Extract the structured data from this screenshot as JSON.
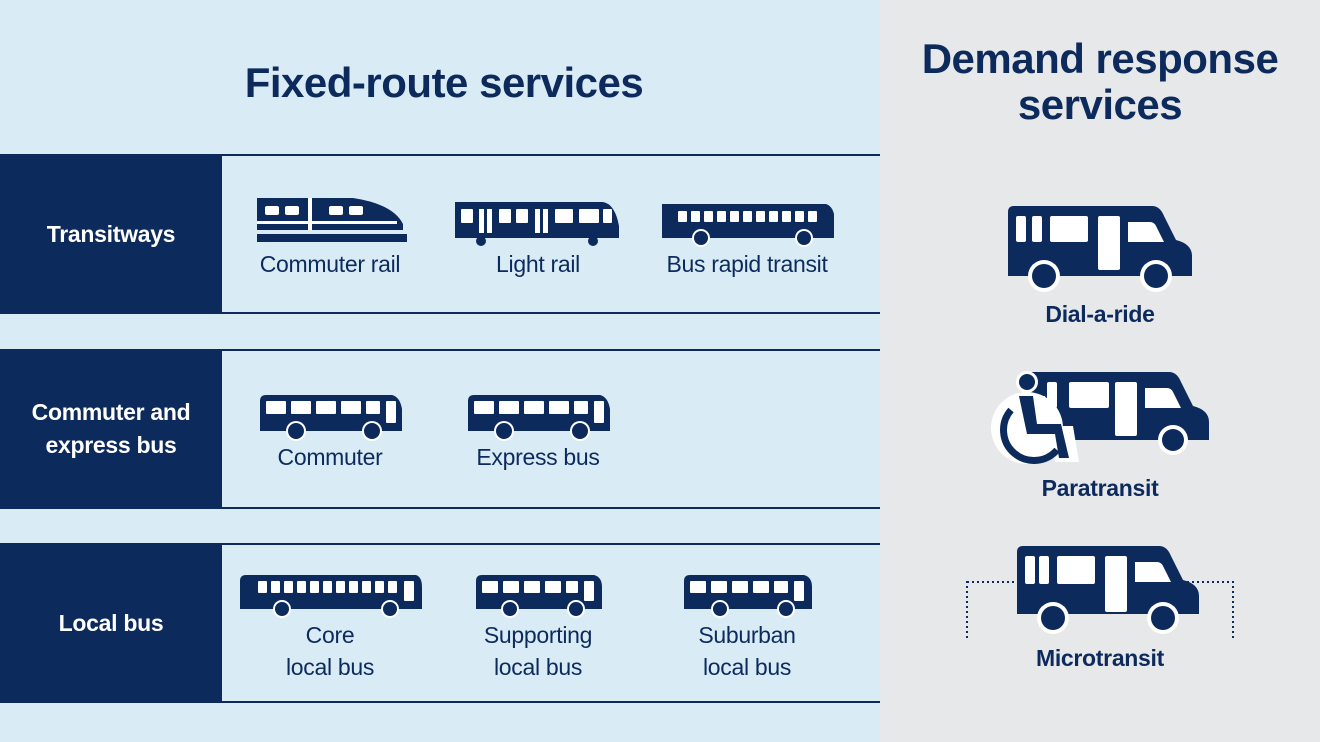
{
  "fixed_route": {
    "title": "Fixed-route services",
    "rows": [
      {
        "label": "Transitways",
        "modes": [
          {
            "label": "Commuter rail",
            "icon": "commuter-rail-icon"
          },
          {
            "label": "Light rail",
            "icon": "light-rail-icon"
          },
          {
            "label": "Bus rapid transit",
            "icon": "brt-bus-icon"
          }
        ]
      },
      {
        "label": "Commuter and\nexpress bus",
        "modes": [
          {
            "label": "Commuter",
            "icon": "commuter-bus-icon"
          },
          {
            "label": "Express bus",
            "icon": "express-bus-icon"
          }
        ]
      },
      {
        "label": "Local bus",
        "modes": [
          {
            "label": "Core\nlocal bus",
            "icon": "core-bus-icon"
          },
          {
            "label": "Supporting\nlocal bus",
            "icon": "supporting-bus-icon"
          },
          {
            "label": "Suburban\nlocal bus",
            "icon": "suburban-bus-icon"
          }
        ]
      }
    ]
  },
  "demand_response": {
    "title": "Demand response\nservices",
    "items": [
      {
        "label": "Dial-a-ride",
        "icon": "dial-a-ride-van-icon"
      },
      {
        "label": "Paratransit",
        "icon": "paratransit-van-icon"
      },
      {
        "label": "Microtransit",
        "icon": "microtransit-van-icon"
      }
    ]
  },
  "colors": {
    "navy": "#0d2a5c",
    "fixed_background": "#d9ecf6",
    "demand_background": "#e7e8ea"
  }
}
